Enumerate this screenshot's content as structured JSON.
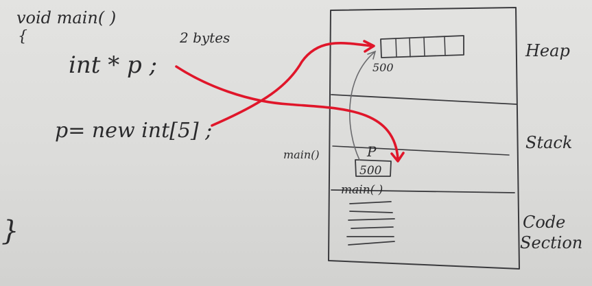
{
  "code": {
    "signature": "void main( )",
    "open_brace": "{",
    "declaration": "int  * p ;",
    "size_note": "2 bytes",
    "allocation": "p= new  int[5] ;",
    "close_brace": "}"
  },
  "memory": {
    "heap_label": "Heap",
    "stack_label": "Stack",
    "code_label_line1": "Code",
    "code_label_line2": "Section",
    "heap_address": "500",
    "heap_array_cells": 5,
    "stack_frame_label": "main()",
    "pointer_name": "P",
    "pointer_value": "500",
    "code_section_label": "main( )",
    "code_lines": 6
  },
  "colors": {
    "ink": "#2a2a2c",
    "arrow": "#e0162a",
    "board": "#dcdcda"
  }
}
